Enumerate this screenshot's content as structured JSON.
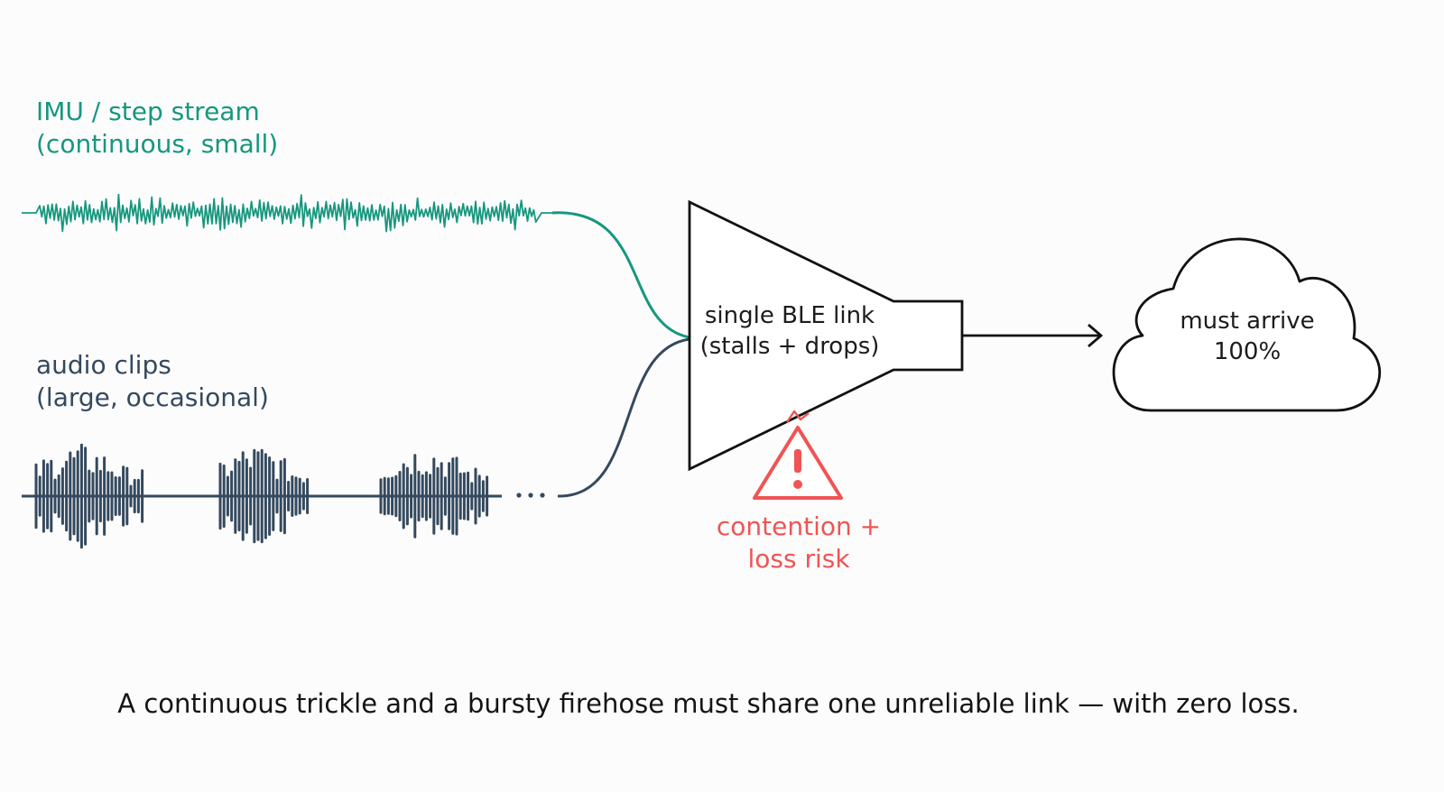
{
  "imu": {
    "line1": "IMU / step stream",
    "line2": "(continuous, small)",
    "color": "#16977e"
  },
  "audio": {
    "line1": "audio clips",
    "line2": "(large, occasional)",
    "color": "#34495e"
  },
  "link": {
    "line1": "single BLE link",
    "line2": "(stalls + drops)"
  },
  "risk": {
    "line1": "contention +",
    "line2": "loss risk",
    "color": "#f05454"
  },
  "destination": {
    "line1": "must arrive",
    "line2": "100%"
  },
  "caption": "A continuous trickle and a bursty firehose must share one unreliable link — with zero loss.",
  "icons": [
    "warning-icon",
    "cloud-icon",
    "arrow-icon"
  ]
}
